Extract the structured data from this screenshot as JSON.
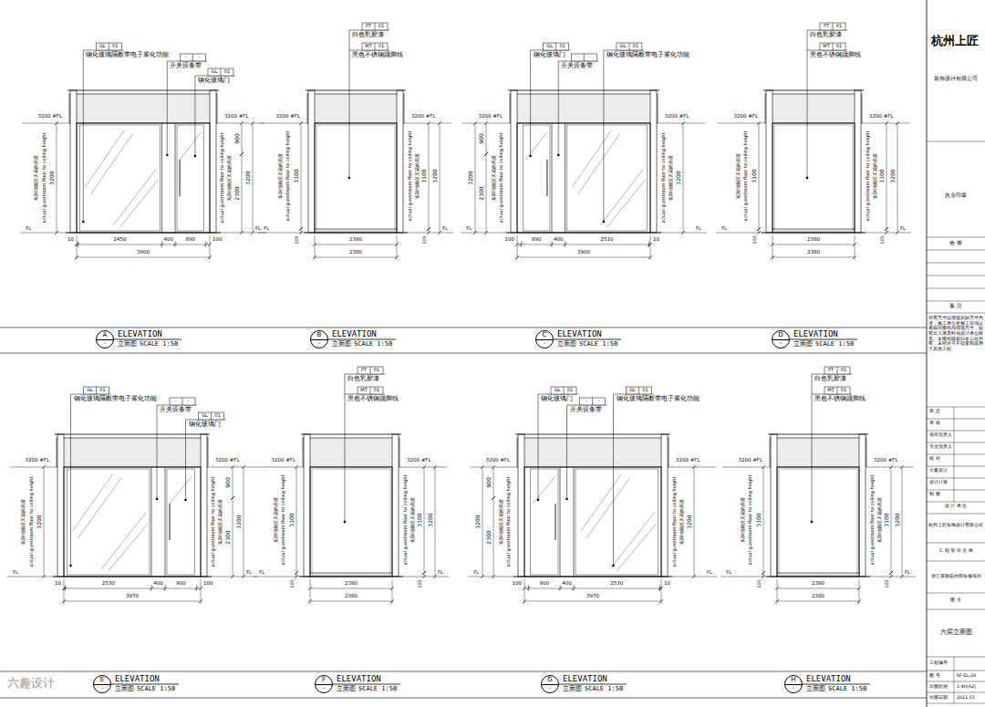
{
  "diagram": {
    "nodes": [
      {
        "text": [
          "A",
          "-"
        ]
      },
      {
        "text": [
          "B",
          "-"
        ]
      },
      {
        "text": [
          "C",
          "-"
        ]
      },
      {
        "text": [
          "D",
          "-"
        ]
      },
      {
        "text": [
          "E",
          "-"
        ]
      },
      {
        "text": [
          "F",
          "-"
        ]
      },
      {
        "text": [
          "G",
          "-"
        ]
      },
      {
        "text": [
          "H",
          "-"
        ]
      }
    ],
    "labels": [
      "GL",
      "01",
      "钢化玻璃隔断带电子雾化功能",
      "-",
      "-",
      "开关设备带",
      "GL",
      "01",
      "钢化玻璃门",
      "3200 #FL",
      "3200 #FL",
      "实际地面至天花的高度",
      "actual guestroom floor to ceiling height",
      "3200",
      "actual guestroom floor to ceiling height",
      "实际地面至天花的高度",
      "900",
      "2300",
      "3200",
      "FL",
      "FL",
      "10",
      "2450",
      "400",
      "890",
      "100",
      "3900",
      "ELEVATION",
      "立面图",
      "SCALE 1:50",
      "PT",
      "01",
      "白色乳胶漆",
      "MT",
      "01",
      "黑色不锈钢踢脚线",
      "3200 #FL",
      "3200 #FL",
      "实际地面至天花的高度",
      "actual guestroom floor to ceiling height",
      "3100",
      "actual guestroom floor to ceiling height",
      "实际地面至天花的高度",
      "3100",
      "3200",
      "100",
      "100",
      "FL",
      "FL",
      "2380",
      "2380",
      "ELEVATION",
      "立面图",
      "SCALE 1:50",
      "GL",
      "01",
      "钢化玻璃隔断带电子雾化功能",
      "-",
      "-",
      "开关设备带",
      "GL",
      "01",
      "钢化玻璃门",
      "3200 #FL",
      "3200 #FL",
      "实际地面至天花的高度",
      "actual guestroom floor to ceiling height",
      "3200",
      "actual guestroom floor to ceiling height",
      "实际地面至天花的高度",
      "900",
      "2300",
      "3200",
      "FL",
      "FL",
      "100",
      "890",
      "400",
      "2510",
      "10",
      "3900",
      "ELEVATION",
      "立面图",
      "SCALE 1:50",
      "PT",
      "01",
      "白色乳胶漆",
      "MT",
      "01",
      "黑色不锈钢踢脚线",
      "3200 #FL",
      "3200 #FL",
      "实际地面至天花的高度",
      "actual guestroom floor to ceiling height",
      "3100",
      "actual guestroom floor to ceiling height",
      "实际地面至天花的高度",
      "3100",
      "3200",
      "100",
      "100",
      "FL",
      "FL",
      "2380",
      "2380",
      "ELEVATION",
      "立面图",
      "SCALE 1:50",
      "GL",
      "01",
      "钢化玻璃隔断带电子雾化功能",
      "-",
      "-",
      "开关设备带",
      "GL",
      "01",
      "钢化玻璃门",
      "3200 #FL",
      "3200 #FL",
      "实际地面至天花的高度",
      "actual guestroom floor to ceiling height",
      "3200",
      "actual guestroom floor to ceiling height",
      "实际地面至天花的高度",
      "900",
      "2300",
      "3200",
      "FL",
      "FL",
      "10",
      "2530",
      "400",
      "900",
      "100",
      "3970",
      "ELEVATION",
      "立面图",
      "SCALE 1:50",
      "PT",
      "01",
      "白色乳胶漆",
      "MT",
      "01",
      "黑色不锈钢踢脚线",
      "3200 #FL",
      "3200 #FL",
      "实际地面至天花的高度",
      "actual guestroom floor to ceiling height",
      "3100",
      "actual guestroom floor to ceiling height",
      "实际地面至天花的高度",
      "3100",
      "3200",
      "100",
      "100",
      "FL",
      "FL",
      "2380",
      "2380",
      "ELEVATION",
      "立面图",
      "SCALE 1:50",
      "GL",
      "01",
      "钢化玻璃隔断带电子雾化功能",
      "-",
      "-",
      "开关设备带",
      "GL",
      "01",
      "钢化玻璃门",
      "3200 #FL",
      "3200 #FL",
      "实际地面至天花的高度",
      "actual guestroom floor to ceiling height",
      "3200",
      "actual guestroom floor to ceiling height",
      "实际地面至天花的高度",
      "900",
      "2300",
      "3200",
      "FL",
      "FL",
      "100",
      "900",
      "400",
      "2530",
      "10",
      "3970",
      "ELEVATION",
      "立面图",
      "SCALE 1:50",
      "PT",
      "01",
      "白色乳胶漆",
      "MT",
      "01",
      "黑色不锈钢踢脚线",
      "3200 #FL",
      "3200 #FL",
      "实际地面至天花的高度",
      "actual guestroom floor to ceiling height",
      "3100",
      "actual guestroom floor to ceiling height",
      "实际地面至天花的高度",
      "3100",
      "3200",
      "100",
      "100",
      "FL",
      "FL",
      "2380",
      "2380",
      "ELEVATION",
      "立面图",
      "SCALE 1:50",
      "杭州上匠",
      "装饰设计有限公司",
      "执业印章",
      "会 签",
      "备 注",
      "所有尺寸以现场实际尺寸为准，施工单位在施工前须认真核对图纸与现场尺寸，如有出入请及时与设计单位联系。本图纸版权归本公司所有，未经许可不得复制或用于其他工程。",
      "审 定",
      "审 核",
      "项目负责人",
      "专业负责人",
      "校 对",
      "方案设计",
      "设计计算",
      "制 图",
      "设 计 单 位",
      "杭州上匠装饰设计有限公司",
      "工 程 项 目 名 称",
      "浙江某医院内部装修项目",
      "图 名",
      "六层立面图",
      "工程编号",
      "图 号",
      "6F-EL-18",
      "出图比例",
      "1:40(A2)",
      "出图日期",
      "2021.03",
      "六趣设计"
    ]
  }
}
